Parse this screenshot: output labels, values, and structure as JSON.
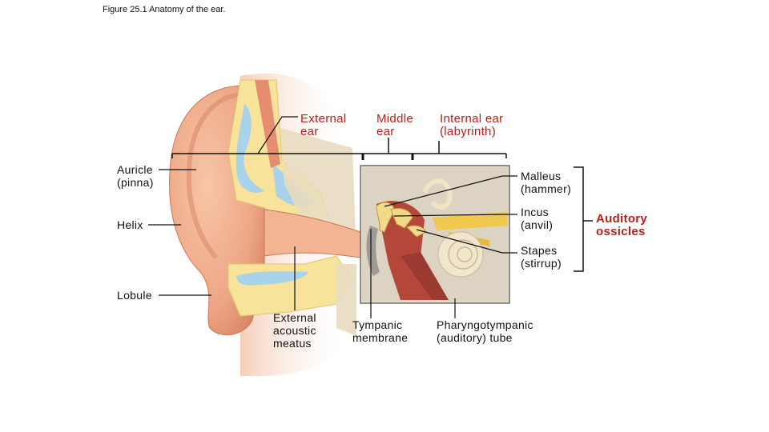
{
  "figure": {
    "caption": "Figure 25.1 Anatomy of the ear."
  },
  "regions": {
    "external_ear": "External\near",
    "middle_ear": "Middle\near",
    "internal_ear": "Internal ear\n(labyrinth)"
  },
  "labels": {
    "auricle": "Auricle\n(pinna)",
    "helix": "Helix",
    "lobule": "Lobule",
    "external_acoustic_meatus": "External\nacoustic\nmeatus",
    "tympanic_membrane": "Tympanic\nmembrane",
    "pharyngotympanic_tube": "Pharyngotympanic\n(auditory) tube",
    "malleus": "Malleus\n(hammer)",
    "incus": "Incus\n(anvil)",
    "stapes": "Stapes\n(stirrup)",
    "auditory_ossicles": "Auditory\nossicles"
  },
  "colors": {
    "label_red": "#b5211b",
    "skin": "#f2b08e",
    "skin_dark": "#d98866",
    "cartilage": "#f7e39a",
    "fluid": "#a9d3ea",
    "bone": "#e8dcc0"
  }
}
